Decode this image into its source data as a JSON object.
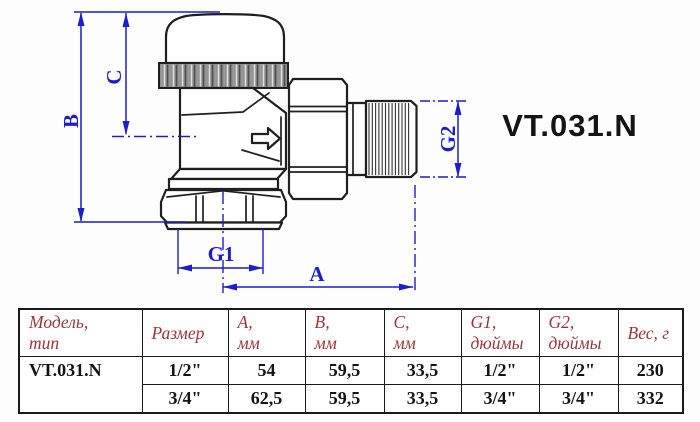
{
  "diagram": {
    "model_label": "VT.031.N",
    "dims": {
      "A": "A",
      "B": "B",
      "C": "C",
      "G1": "G1",
      "G2": "G2"
    },
    "colors": {
      "dimension_blue": "#1d1dd0",
      "drawing_black": "#1f1f1f",
      "knurl_gray": "#8f8f8f"
    }
  },
  "table": {
    "header_color": "#9b3438",
    "headers": [
      [
        "Модель,",
        "тип"
      ],
      [
        "Размер",
        ""
      ],
      [
        "A,",
        "мм"
      ],
      [
        "B,",
        "мм"
      ],
      [
        "C,",
        "мм"
      ],
      [
        "G1,",
        "дюймы"
      ],
      [
        "G2,",
        "дюймы"
      ],
      [
        "Вес, г",
        ""
      ]
    ],
    "rows": [
      [
        "VT.031.N",
        "1/2\"",
        "54",
        "59,5",
        "33,5",
        "1/2\"",
        "1/2\"",
        "230"
      ],
      [
        "3/4\"",
        "62,5",
        "59,5",
        "33,5",
        "3/4\"",
        "3/4\"",
        "332"
      ]
    ]
  }
}
